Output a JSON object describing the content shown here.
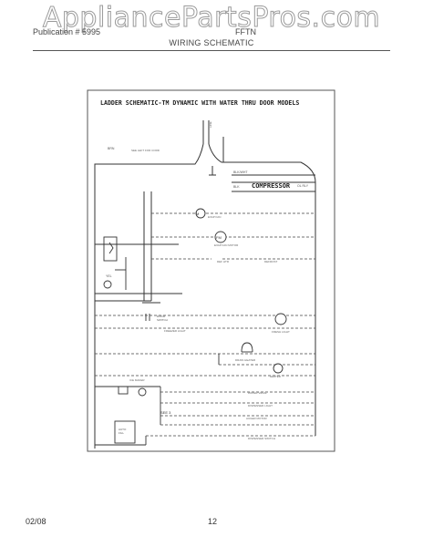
{
  "watermark": "AppliancePartsPros.com",
  "header": {
    "publication": "Publication # 5995",
    "model": "FFTN",
    "title": "WIRING SCHEMATIC"
  },
  "diagram": {
    "title": "LADDER SCHEMATIC-TM DYNAMIC WITH WATER THRU DOOR MODELS",
    "compressor_label": "COMPRESSOR"
  },
  "footer": {
    "date": "02/08",
    "page": "12"
  }
}
